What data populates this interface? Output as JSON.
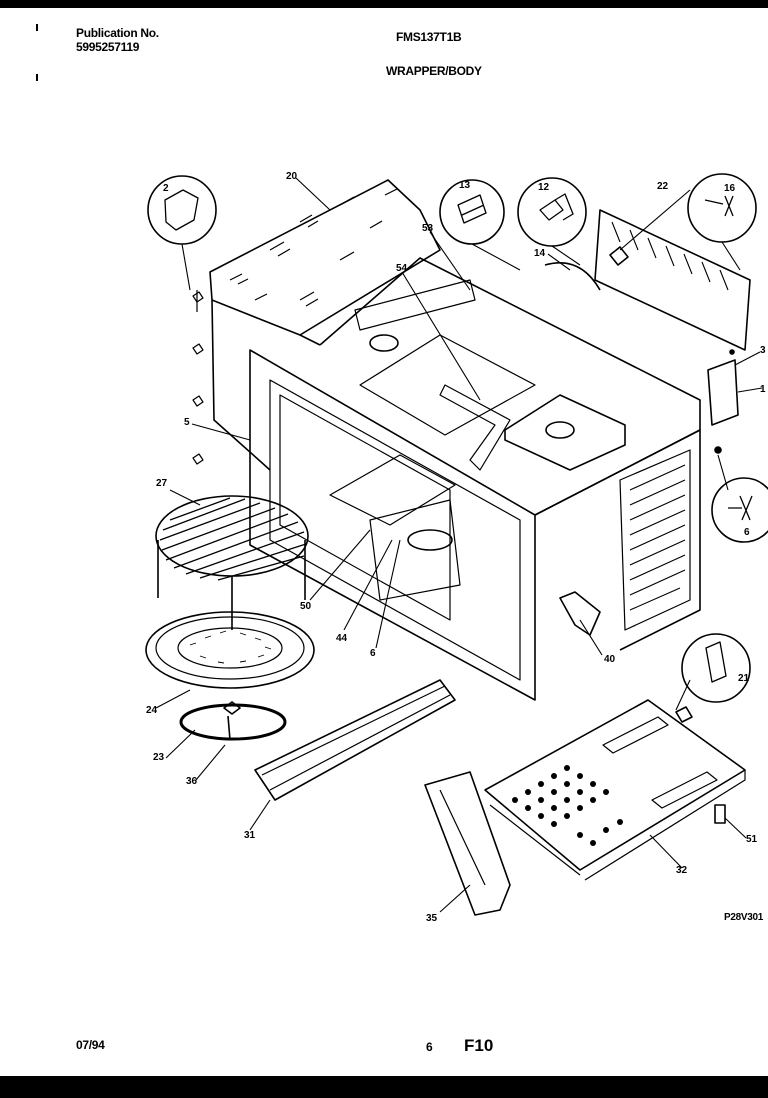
{
  "header": {
    "publication_label": "Publication No.",
    "publication_number": "5995257119",
    "model": "FMS137T1B",
    "section": "WRAPPER/BODY"
  },
  "footer": {
    "date": "07/94",
    "page_number": "6",
    "figure": "F10",
    "diagram_code": "P28V301"
  },
  "callouts": [
    "2",
    "20",
    "13",
    "12",
    "22",
    "16",
    "53",
    "54",
    "14",
    "3",
    "1",
    "5",
    "27",
    "6",
    "50",
    "44",
    "6",
    "40",
    "21",
    "24",
    "23",
    "36",
    "31",
    "35",
    "32",
    "51"
  ]
}
